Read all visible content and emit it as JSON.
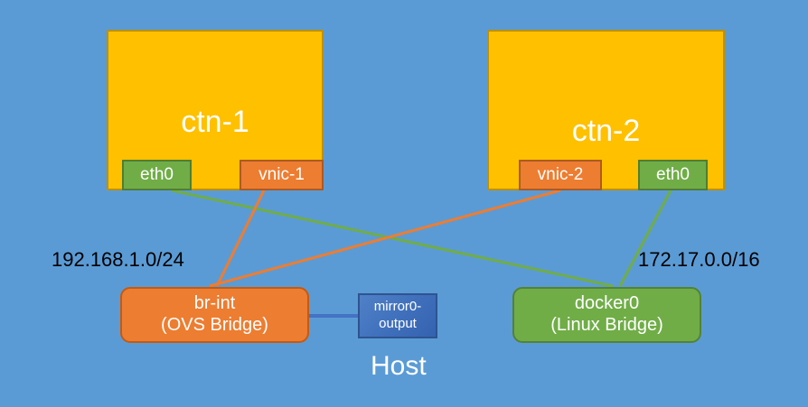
{
  "diagram": {
    "background_color": "#5b9bd5",
    "containers": [
      {
        "id": "ctn-1",
        "label": "ctn-1",
        "color": "#ffc000",
        "interfaces": [
          {
            "id": "ctn1-eth0",
            "label": "eth0",
            "color": "#70ad47"
          },
          {
            "id": "ctn1-vnic1",
            "label": "vnic-1",
            "color": "#ed7d31"
          }
        ]
      },
      {
        "id": "ctn-2",
        "label": "ctn-2",
        "color": "#ffc000",
        "interfaces": [
          {
            "id": "ctn2-vnic2",
            "label": "vnic-2",
            "color": "#ed7d31"
          },
          {
            "id": "ctn2-eth0",
            "label": "eth0",
            "color": "#70ad47"
          }
        ]
      }
    ],
    "bridges": [
      {
        "id": "br-int",
        "name": "br-int",
        "type": "(OVS Bridge)",
        "color": "#ed7d31"
      },
      {
        "id": "docker0",
        "name": "docker0",
        "type": "(Linux Bridge)",
        "color": "#70ad47"
      }
    ],
    "ports": [
      {
        "id": "mirror0-output",
        "line1": "mirror0-",
        "line2": "output",
        "color": "#3f6fbb"
      }
    ],
    "subnets": [
      {
        "id": "ovs-subnet",
        "label": "192.168.1.0/24",
        "color": "#000000"
      },
      {
        "id": "docker-subnet",
        "label": "172.17.0.0/16",
        "color": "#000000"
      }
    ],
    "host_label": "Host",
    "link_colors": {
      "vnic_link": "#ed7d31",
      "eth_link": "#70ad47",
      "mirror_link": "#4472c4"
    }
  }
}
